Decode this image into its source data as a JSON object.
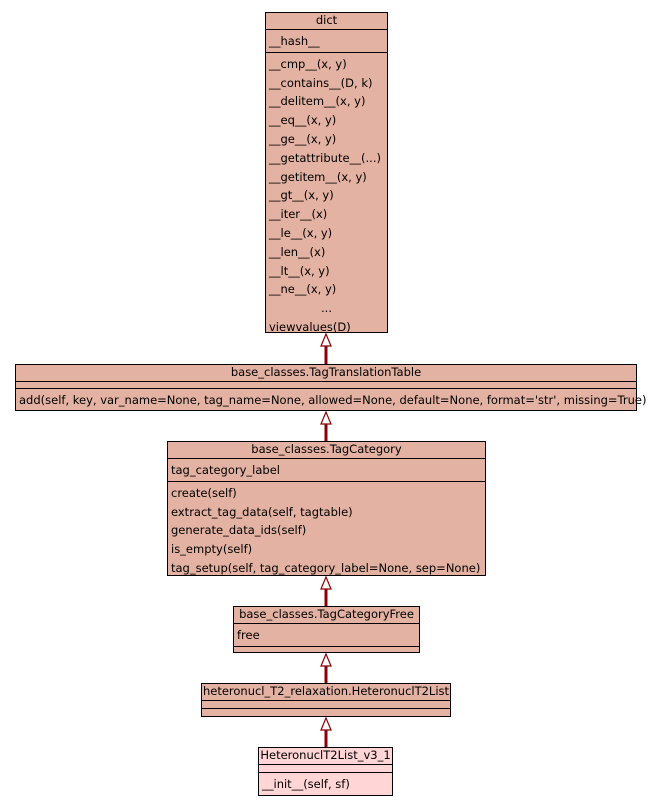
{
  "colors": {
    "box_fill": "#e3b2a2",
    "highlight_fill": "#ffd5d5",
    "border": "#000000",
    "edge": "#8b0000"
  },
  "classes": [
    {
      "name": "dict",
      "attributes": [
        "__hash__"
      ],
      "methods": [
        "__cmp__(x, y)",
        "__contains__(D, k)",
        "__delitem__(x, y)",
        "__eq__(x, y)",
        "__ge__(x, y)",
        "__getattribute__(...)",
        "__getitem__(x, y)",
        "__gt__(x, y)",
        "__iter__(x)",
        "__le__(x, y)",
        "__len__(x)",
        "__lt__(x, y)",
        "__ne__(x, y)",
        "...",
        "viewvalues(D)"
      ]
    },
    {
      "name": "base_classes.TagTranslationTable",
      "attributes": [],
      "methods": [
        "add(self, key, var_name=None, tag_name=None, allowed=None, default=None, format='str', missing=True)"
      ]
    },
    {
      "name": "base_classes.TagCategory",
      "attributes": [
        "tag_category_label"
      ],
      "methods": [
        "create(self)",
        "extract_tag_data(self, tagtable)",
        "generate_data_ids(self)",
        "is_empty(self)",
        "tag_setup(self, tag_category_label=None, sep=None)"
      ]
    },
    {
      "name": "base_classes.TagCategoryFree",
      "attributes": [
        "free"
      ],
      "methods": []
    },
    {
      "name": "heteronucl_T2_relaxation.HeteronuclT2List",
      "attributes": [],
      "methods": []
    },
    {
      "name": "HeteronuclT2List_v3_1",
      "attributes": [],
      "methods": [
        "__init__(self, sf)"
      ],
      "highlight": true
    }
  ]
}
